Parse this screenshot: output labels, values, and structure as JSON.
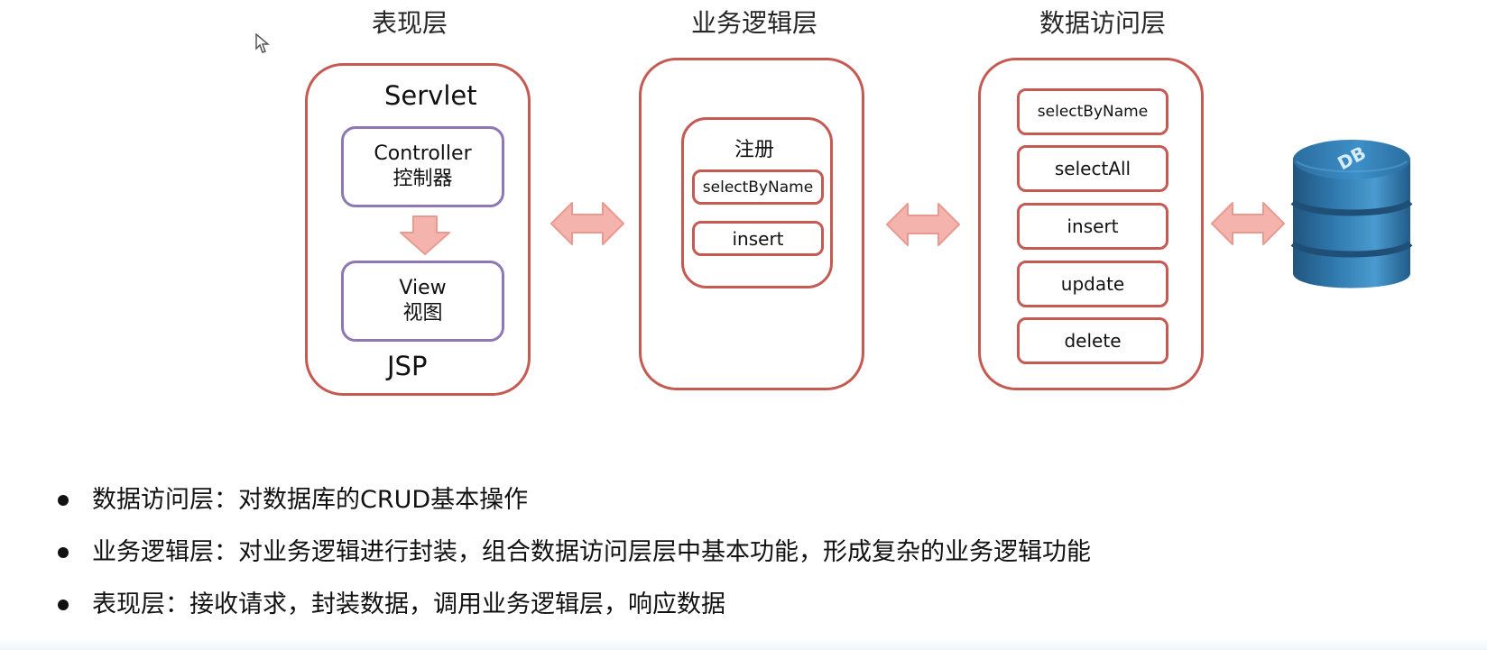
{
  "layers": {
    "presentation": {
      "title": "表现层",
      "top_label": "Servlet",
      "controller_en": "Controller",
      "controller_cn": "控制器",
      "view_en": "View",
      "view_cn": "视图",
      "bottom_label": "JSP"
    },
    "business": {
      "title": "业务逻辑层",
      "group_title": "注册",
      "items": [
        "selectByName",
        "insert"
      ]
    },
    "data_access": {
      "title": "数据访问层",
      "items": [
        "selectByName",
        "selectAll",
        "insert",
        "update",
        "delete"
      ]
    }
  },
  "database": {
    "label": "DB",
    "color": "#2f79ad"
  },
  "bullets": [
    "数据访问层：对数据库的CRUD基本操作",
    "业务逻辑层：对业务逻辑进行封装，组合数据访问层层中基本功能，形成复杂的业务逻辑功能",
    "表现层：接收请求，封装数据，调用业务逻辑层，响应数据"
  ],
  "colors": {
    "panel_border": "#c55a52",
    "purple_border": "#8e77b3",
    "arrow_fill": "#f4b4ad",
    "arrow_border": "#e99a90",
    "text": "#111111"
  },
  "icons": {
    "cursor": "mouse-pointer-icon",
    "double_arrow": "double-arrow-icon",
    "down_arrow": "down-arrow-icon",
    "database": "database-icon"
  }
}
